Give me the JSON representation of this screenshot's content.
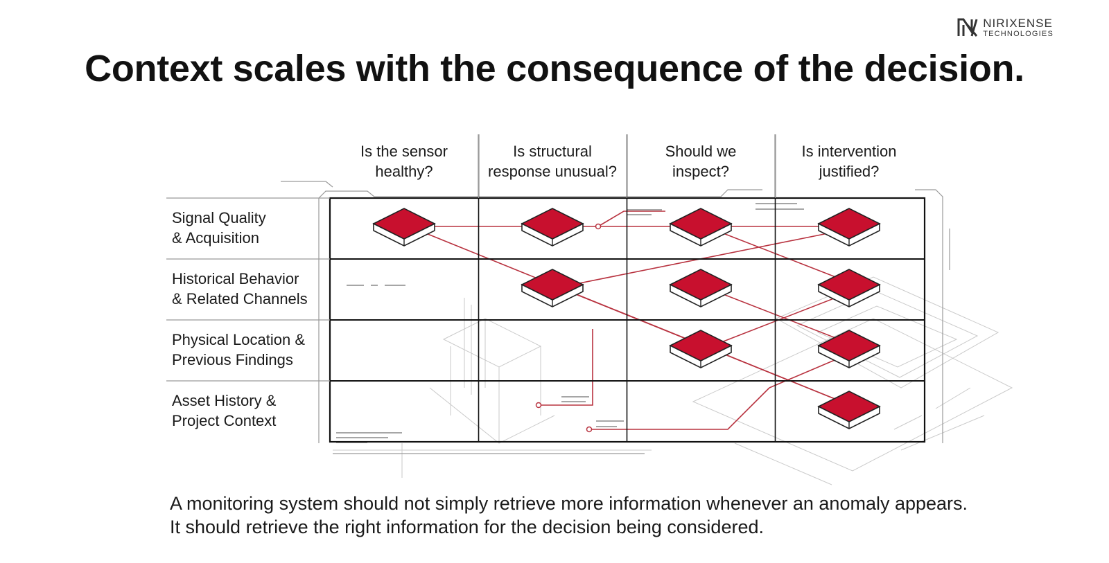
{
  "brand": {
    "name": "NIRIXENSE",
    "subtitle": "TECHNOLOGIES",
    "icon": "nx-logo-icon"
  },
  "title": "Context scales with the consequence of the decision.",
  "matrix": {
    "columns": [
      "Is the sensor\nhealthy?",
      "Is structural\nresponse unusual?",
      "Should we\ninspect?",
      "Is intervention\njustified?"
    ],
    "rows": [
      "Signal Quality\n& Acquisition",
      "Historical Behavior\n& Related Channels",
      "Physical Location &\nPrevious Findings",
      "Asset History &\nProject Context"
    ],
    "active_cells": [
      [
        true,
        true,
        true,
        true
      ],
      [
        false,
        true,
        true,
        true
      ],
      [
        false,
        false,
        true,
        true
      ],
      [
        false,
        false,
        false,
        true
      ]
    ],
    "marker_color": "#c8102e",
    "marker_shape": "red-tile-icon"
  },
  "caption": "A monitoring system should not simply retrieve more information whenever an anomaly appears. It should retrieve the right information for the decision being considered."
}
